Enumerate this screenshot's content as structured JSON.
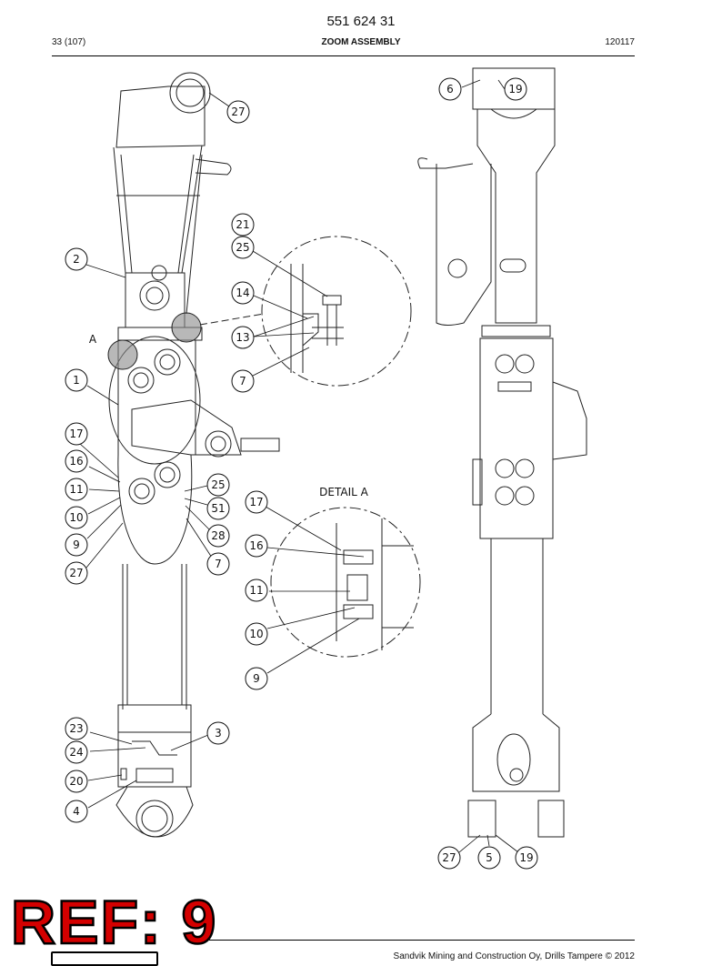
{
  "header": {
    "doc_number": "551 624 31",
    "page_info": "33 (107)",
    "title": "ZOOM ASSEMBLY",
    "rev_code": "120117"
  },
  "drawing": {
    "view_marker": "A",
    "detail_label": "DETAIL A",
    "callouts": {
      "c27_top": "27",
      "c2": "2",
      "c_a": "A",
      "c1": "1",
      "c17": "17",
      "c16": "16",
      "c11": "11",
      "c10": "10",
      "c9": "9",
      "c27_mid": "27",
      "c25": "25",
      "c51": "51",
      "c28": "28",
      "c7": "7",
      "c21": "21",
      "c25_d": "25",
      "c14": "14",
      "c13": "13",
      "c7_d": "7",
      "c17_d": "17",
      "c16_d": "16",
      "c11_d": "11",
      "c10_d": "10",
      "c9_d": "9",
      "c23": "23",
      "c24": "24",
      "c20": "20",
      "c4": "4",
      "c3": "3",
      "c6": "6",
      "c19_top": "19",
      "c27_bot": "27",
      "c5": "5",
      "c19_bot": "19"
    }
  },
  "stamp": {
    "text": "REF: 9"
  },
  "footer": {
    "text": "Sandvik Mining and Construction Oy, Drills Tampere © 2012"
  }
}
